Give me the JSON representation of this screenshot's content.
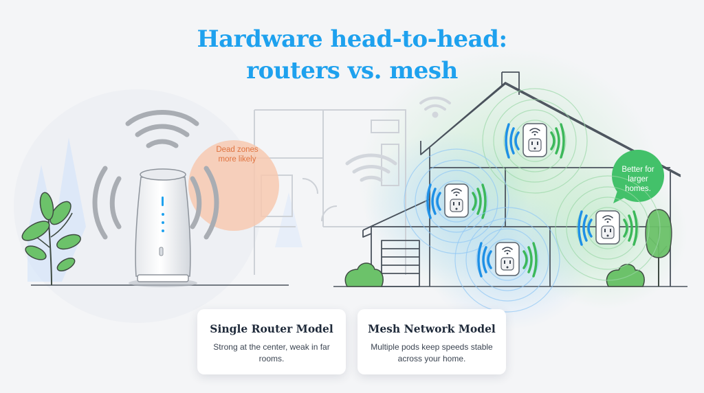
{
  "title": {
    "line1": "Hardware head-to-head:",
    "line2": "routers vs. mesh"
  },
  "callouts": {
    "dead_zones": "Dead zones more likely",
    "better_for": "Better for larger homes."
  },
  "cards": {
    "single": {
      "title": "Single Router Model",
      "text": "Strong at the center, weak in far rooms."
    },
    "mesh": {
      "title": "Mesh Network Model",
      "text": "Multiple pods keep speeds stable across your home."
    }
  },
  "colors": {
    "title": "#1ea1ee",
    "dead_zone_bubble": "#f7c9b0",
    "better_bubble": "#43c16a",
    "signal_blue": "#1e90e6",
    "signal_green": "#3cb85a",
    "plant": "#6cc26a",
    "line": "#4a525c"
  },
  "icons": [
    "wifi-icon",
    "router-device",
    "mesh-pod",
    "plant",
    "house"
  ]
}
